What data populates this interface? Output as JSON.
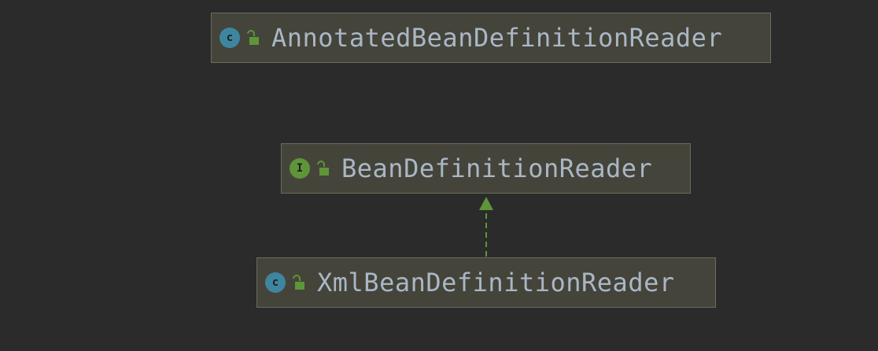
{
  "nodes": [
    {
      "id": "annotated",
      "name": "AnnotatedBeanDefinitionReader",
      "kind": "class",
      "kind_letter": "c",
      "visibility_icon": "unlocked-icon"
    },
    {
      "id": "bdr",
      "name": "BeanDefinitionReader",
      "kind": "interface",
      "kind_letter": "I",
      "visibility_icon": "unlocked-icon"
    },
    {
      "id": "xml",
      "name": "XmlBeanDefinitionReader",
      "kind": "class",
      "kind_letter": "c",
      "visibility_icon": "unlocked-icon"
    }
  ],
  "edges": [
    {
      "from": "xml",
      "to": "bdr",
      "type": "implements",
      "style": "dashed",
      "color": "#5e9538"
    }
  ],
  "colors": {
    "background": "#2b2b2b",
    "node_fill": "#45443a",
    "node_border": "#6b6b5f",
    "text": "#a9b7c6",
    "class_icon": "#3e86a0",
    "interface_icon": "#5e9538",
    "lock_icon": "#5e9538"
  }
}
